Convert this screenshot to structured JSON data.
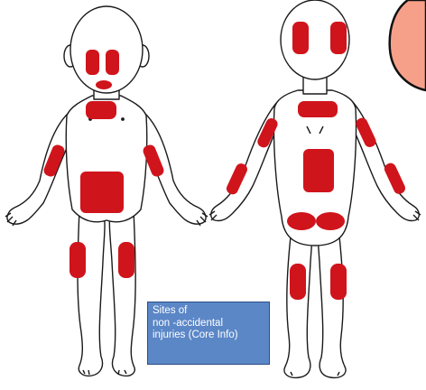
{
  "colors": {
    "injury": "#d0141c",
    "outline": "#1a1a1a",
    "caption_bg": "#5b87c7",
    "callout_bg": "#f6a08a",
    "body_fill": "#ffffff"
  },
  "figures": [
    "front-view",
    "back-view"
  ],
  "caption": {
    "lines": [
      "Sites of",
      "non -accidental",
      "injuries (Core Info)"
    ]
  }
}
